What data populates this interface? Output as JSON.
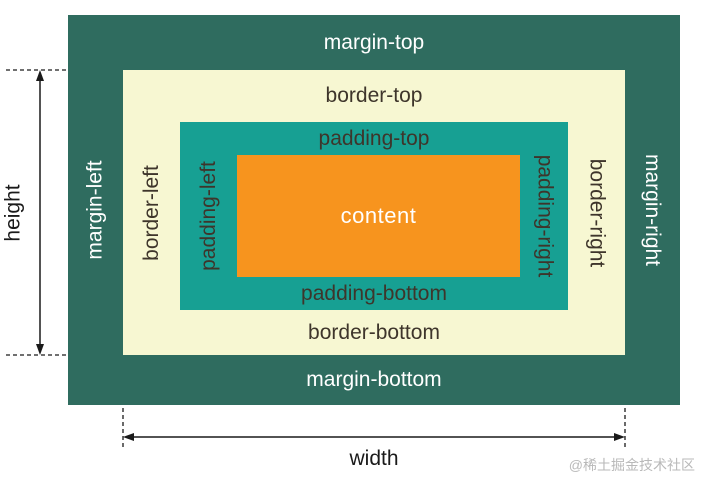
{
  "diagram": {
    "margin": {
      "top": "margin-top",
      "right": "margin-right",
      "bottom": "margin-bottom",
      "left": "margin-left"
    },
    "border": {
      "top": "border-top",
      "right": "border-right",
      "bottom": "border-bottom",
      "left": "border-left"
    },
    "padding": {
      "top": "padding-top",
      "right": "padding-right",
      "bottom": "padding-bottom",
      "left": "padding-left"
    },
    "content": "content",
    "height_label": "height",
    "width_label": "width"
  },
  "watermark": "@稀土掘金技术社区",
  "colors": {
    "margin_bg": "#2F6C5F",
    "border_bg": "#F7F7D2",
    "padding_bg": "#17A093",
    "content_bg": "#F7941E",
    "light_text": "#FFFFFF",
    "dark_text": "#3E352B",
    "line": "#1A1A1A",
    "watermark_text": "#B9B9B9"
  }
}
